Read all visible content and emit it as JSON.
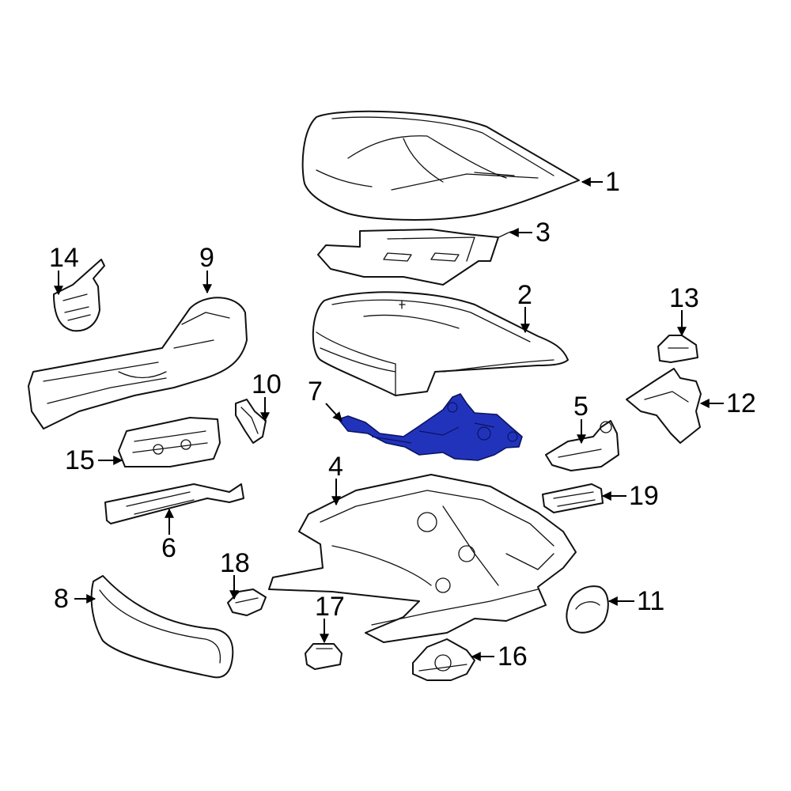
{
  "highlight_color": "#2233bb",
  "highlighted_part": "7",
  "callouts": {
    "c1": "1",
    "c2": "2",
    "c3": "3",
    "c4": "4",
    "c5": "5",
    "c6": "6",
    "c7": "7",
    "c8": "8",
    "c9": "9",
    "c10": "10",
    "c11": "11",
    "c12": "12",
    "c13": "13",
    "c14": "14",
    "c15": "15",
    "c16": "16",
    "c17": "17",
    "c18": "18",
    "c19": "19"
  }
}
